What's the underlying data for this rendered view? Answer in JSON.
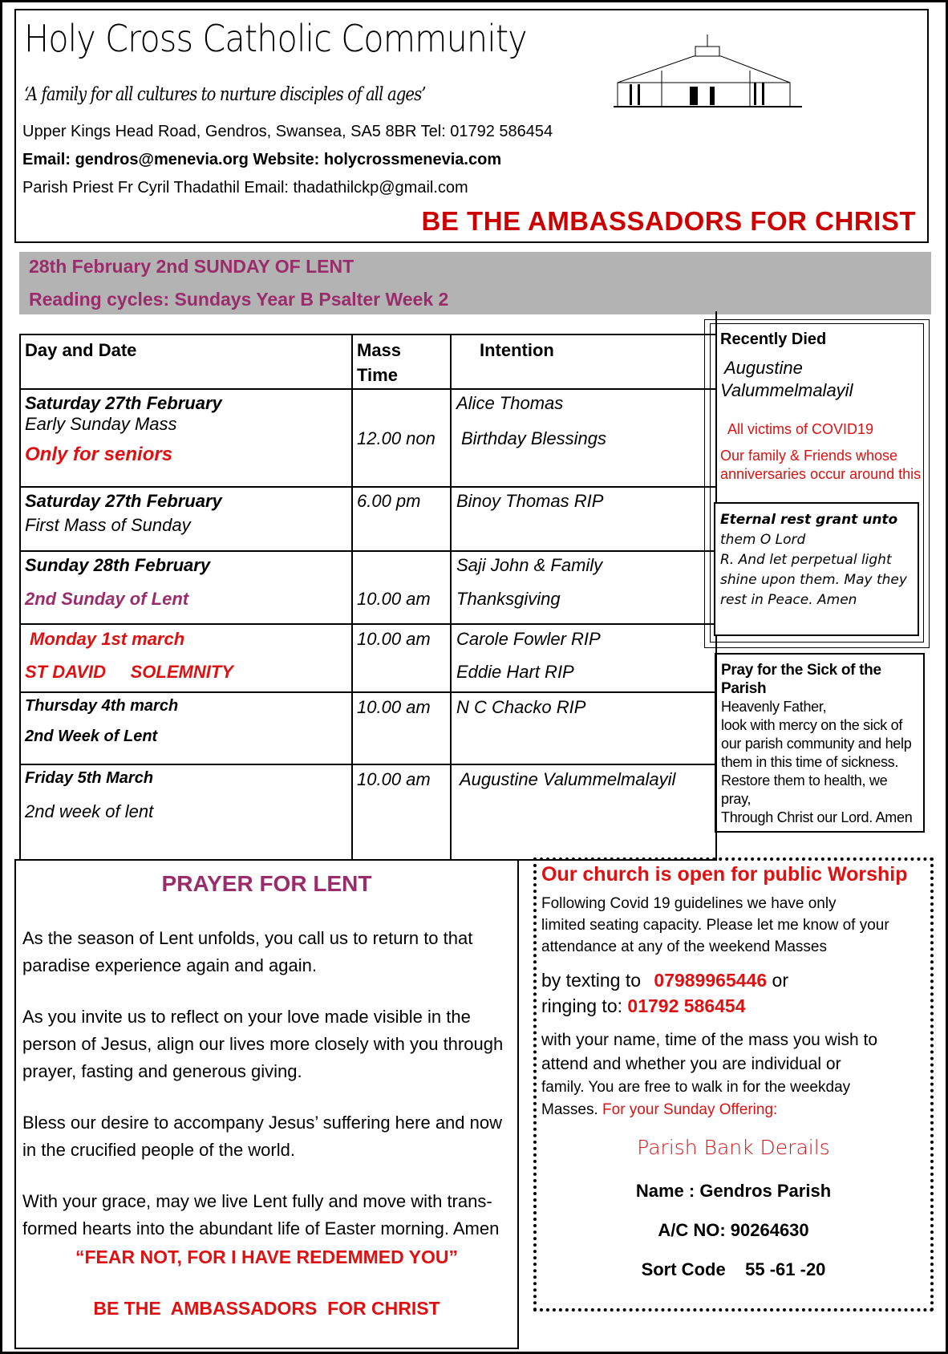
{
  "header": {
    "title": "Holy Cross Catholic Community",
    "motto": "‘A family for all cultures to nurture disciples of all ages’",
    "address": "Upper Kings Head Road, Gendros, Swansea, SA5 8BR Tel: 01792 586454",
    "email_line": "Email: gendros@menevia.org  Website: holycrossmenevia.com",
    "priest_line": "Parish Priest Fr Cyril Thadathil Email: thadathilckp@gmail.com",
    "slogan": "BE THE AMBASSADORS FOR CHRIST"
  },
  "band": {
    "line1": "28th  February   2nd  SUNDAY OF LENT",
    "line2": "Reading cycles: Sundays Year B  Psalter Week  2"
  },
  "table": {
    "headers": [
      "Day and Date",
      "Mass",
      "Time",
      "Intention"
    ],
    "rows": [
      {
        "day": "Saturday 27th  February",
        "sub": "Early Sunday Mass",
        "note": "Only for seniors",
        "time": "12.00 non",
        "int1": "Alice Thomas",
        "int2": "Birthday Blessings"
      },
      {
        "day": "Saturday 27th  February",
        "sub": "First Mass of Sunday",
        "time": "6.00 pm",
        "int1": "Binoy Thomas RIP"
      },
      {
        "day": "Sunday  28th  February",
        "sub": "2nd  Sunday of Lent",
        "time": "10.00 am",
        "int1": "Saji John & Family",
        "int2": "Thanksgiving"
      },
      {
        "day": "Monday 1st march",
        "sub": "ST DAVID     SOLEMNITY",
        "time": "10.00 am",
        "int1": "Carole Fowler RIP",
        "int2": "Eddie Hart RIP"
      },
      {
        "day": "Thursday  4th march",
        "sub": "2nd  Week of Lent",
        "time": "10.00 am",
        "int1": "N C Chacko RIP"
      },
      {
        "day": "Friday  5th March",
        "sub": "2nd  week of lent",
        "time": "10.00 am",
        "int1": "Augustine  Valummelmalayil"
      }
    ]
  },
  "died": {
    "title": "Recently Died",
    "name1": "Augustine",
    "name2": "Valummelmalayil",
    "covid": "All victims of COVID19",
    "family1": "Our family & Friends whose",
    "family2": "anniversaries occur around this"
  },
  "eternal": {
    "l1": "Eternal rest grant unto",
    "l2": "them O Lord",
    "l3": "R. And let perpetual light",
    "l4": "shine upon them. May they",
    "l5": "rest in Peace. Amen"
  },
  "sick": {
    "title": "Pray for the Sick of the Parish",
    "lines": [
      "Heavenly Father,",
      "look  with mercy on the sick of",
      "our parish community and help",
      "them in this time of sickness.",
      "Restore them to health, we pray,",
      "Through Christ our Lord. Amen"
    ]
  },
  "prayer": {
    "title": "PRAYER FOR LENT",
    "p1": "As the season of Lent unfolds, you call us to return to that paradise experience again and again.",
    "p2": "As you invite us to reflect on your love made visible in the person of Jesus, align our lives more closely with you through prayer, fasting and generous giving.",
    "p3": "Bless our desire to accompany Jesus’ suffering here and now in the crucified people of the world.",
    "p4": "With your grace, may we live Lent fully and move with trans-formed hearts into the abundant life of Easter morning. Amen",
    "quote": "“FEAR NOT, FOR I HAVE  REDEMMED YOU”",
    "slogan": "BE THE  AMBASSADORS  FOR CHRIST"
  },
  "open": {
    "title": "Our church is open for public Worship",
    "l1": "Following  Covid 19 guidelines we have only",
    "l2": "limited seating capacity. Please let me know of your",
    "l3": "attendance at any of the weekend Masses",
    "text_label": "by texting to ",
    "text_num": "07989965446",
    "or": " or",
    "ring_label": "ringing to: ",
    "ring_num": "01792 586454",
    "l4": "with your name, time of the mass you wish to",
    "l5": "attend and whether you are   individual  or",
    "l6": "family. You are free to walk in for the weekday",
    "l7": "Masses. ",
    "offering": "For your Sunday Offering:",
    "bank_title": "Parish Bank Derails",
    "bank_name": "Name : Gendros Parish",
    "bank_ac": "A/C NO: 90264630",
    "bank_sort": "Sort Code    55 -61 -20"
  }
}
